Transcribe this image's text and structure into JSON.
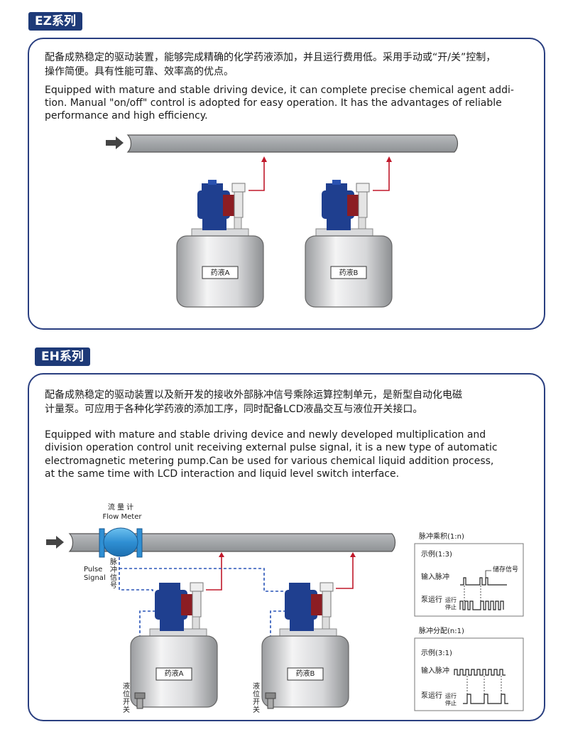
{
  "ez": {
    "tag": "EZ系列",
    "cn_line1": "配备成熟稳定的驱动装置，能够完成精确的化学药液添加，并且运行费用低。采用手动或“开/关”控制，",
    "cn_line2": "操作简便。具有性能可靠、效率高的优点。",
    "en_line1": "Equipped with mature and stable driving device, it can complete precise chemical agent addi-",
    "en_line2": "tion. Manual \"on/off\" control is adopted for easy operation. It has the advantages of reliable",
    "en_line3": "performance and high efficiency.",
    "tank_a": "药液A",
    "tank_b": "药液B"
  },
  "eh": {
    "tag": "EH系列",
    "cn_line1": "配备成熟稳定的驱动装置以及新开发的接收外部脉冲信号乘除运算控制单元，是新型自动化电磁",
    "cn_line2": "计量泵。可应用于各种化学药液的添加工序，同时配备LCD液晶交互与液位开关接口。",
    "en_line1": "Equipped with mature and stable driving device and newly developed multiplication and",
    "en_line2": "division operation control unit receiving external pulse signal, it is a new type of automatic",
    "en_line3": "electromagnetic metering pump.Can be used for various chemical liquid addition process,",
    "en_line4": "at the same time with LCD interaction and liquid level switch interface.",
    "flow_meter_cn": "流 量 计",
    "flow_meter_en": "Flow Meter",
    "pulse_signal_en1": "Pulse",
    "pulse_signal_en2": "Signal",
    "pulse_signal_cn": [
      "脉",
      "冲",
      "信",
      "号"
    ],
    "tank_a": "药液A",
    "tank_b": "药液B",
    "level_switch_cn": [
      "液",
      "位",
      "开",
      "关"
    ],
    "chart1": {
      "title": "脉冲乘积(1:n)",
      "example": "示例(1:3)",
      "input_label": "输入脉冲",
      "pump_label": "泵运行",
      "store_label": "储存信号",
      "run_label": "运行",
      "stop_label": "停止"
    },
    "chart2": {
      "title": "脉冲分配(n:1)",
      "example": "示例(3:1)",
      "input_label": "输入脉冲",
      "pump_label": "泵运行",
      "run_label": "运行",
      "stop_label": "停止"
    }
  },
  "colors": {
    "accent": "#1e3a78",
    "pipe": "#a9acb0",
    "pump_blue": "#1f3f8f",
    "pump_red": "#8c1d23",
    "signal_line": "#c0182a",
    "pulse_dash": "#2a55b8",
    "flow_meter": "#3a9ad9"
  }
}
